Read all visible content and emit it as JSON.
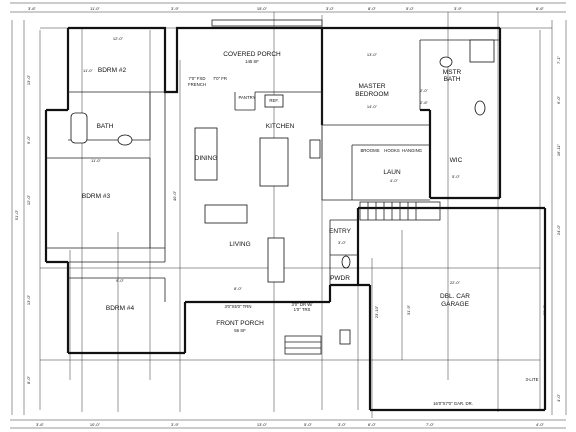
{
  "rooms": {
    "bdrm2": "BDRM #2",
    "covered_porch": "COVERED PORCH",
    "covered_porch_area": "145 SF",
    "master_bedroom_1": "MASTER",
    "master_bedroom_2": "BEDROOM",
    "mstr_bath_1": "MSTR",
    "mstr_bath_2": "BATH",
    "bath": "BATH",
    "kitchen": "KITCHEN",
    "dining": "DINING",
    "bdrm3": "BDRM #3",
    "living": "LIVING",
    "wic": "WIC",
    "laun": "LAUN",
    "entry": "ENTRY",
    "pwdr": "PWDR",
    "bdrm4": "BDRM #4",
    "front_porch": "FRONT PORCH",
    "front_porch_area": "56 SF",
    "garage_1": "DBL. CAR",
    "garage_2": "GARAGE",
    "pantry": "PANTRY",
    "ref": "REF.",
    "brooms": "BROOMS",
    "hooks": "HOOKS",
    "hanging": "HANGING",
    "fixed_french_1": "7'0\" FXD",
    "fixed_french_2": "FRENCH",
    "french_door": "7'0\" FR",
    "garage_door": "16'0\"X7'0\" GAR. DR.",
    "transom": "3'0\"X5'0\" TRN",
    "front_door_1": "3'0\" DR W/",
    "front_door_2": "1'0\" TRS",
    "window_light": "3-LITE"
  },
  "dimensions": {
    "top": [
      "3'-6\"",
      "11'-0\"",
      "3'-9\"",
      "15'-0\"",
      "3'-0\"",
      "8'-0\"",
      "5'-0\"",
      "3'-9\"",
      "6'-6\""
    ],
    "bottom": [
      "3'-6\"",
      "10'-0\"",
      "3'-9\"",
      "13'-0\"",
      "5'-0\"",
      "3'-0\"",
      "6'-0\"",
      "7'-0\"",
      "4'-0\""
    ],
    "left": [
      "13'-0\"",
      "9'-0\"",
      "12'-0\"",
      "13'-0\"",
      "8'-0\"",
      "51'-0\""
    ],
    "right": [
      "7'-1\"",
      "6'-0\"",
      "16'-11\"",
      "24'-0\"",
      "22'-0\"",
      "4'-0\""
    ],
    "interior": [
      "12'-0\"",
      "11'-0\"",
      "11'-0\"",
      "13'-0\"",
      "14'-0\"",
      "9'-0\"",
      "40'-0\"",
      "22'-0\"",
      "23'-10\"",
      "31'-9\"",
      "5'-0\"",
      "4'-0\"",
      "8'-0\"",
      "3'-0\"",
      "2'-6\"",
      "2'-0\""
    ]
  }
}
